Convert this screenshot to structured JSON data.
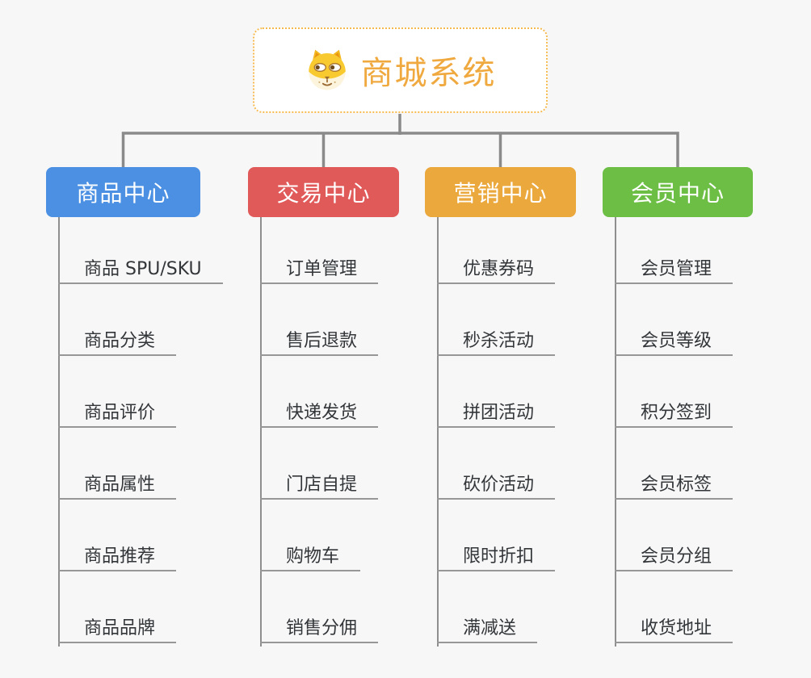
{
  "page": {
    "background": "#f7f7f8",
    "connector_color": "#8a8a8a",
    "leaf_line_color": "#979797",
    "leaf_text_color": "#333639"
  },
  "root": {
    "title": "商城系统",
    "icon": "dog-face-icon",
    "text_color": "#efa93f",
    "border_color": "#f5bb51"
  },
  "branches": [
    {
      "label": "商品中心",
      "color": "#4b90e2",
      "children": [
        "商品 SPU/SKU",
        "商品分类",
        "商品评价",
        "商品属性",
        "商品推荐",
        "商品品牌"
      ]
    },
    {
      "label": "交易中心",
      "color": "#e15a5a",
      "children": [
        "订单管理",
        "售后退款",
        "快递发货",
        "门店自提",
        "购物车",
        "销售分佣"
      ]
    },
    {
      "label": "营销中心",
      "color": "#eba83c",
      "children": [
        "优惠券码",
        "秒杀活动",
        "拼团活动",
        "砍价活动",
        "限时折扣",
        "满减送"
      ]
    },
    {
      "label": "会员中心",
      "color": "#6cbe45",
      "children": [
        "会员管理",
        "会员等级",
        "积分签到",
        "会员标签",
        "会员分组",
        "收货地址"
      ]
    }
  ]
}
